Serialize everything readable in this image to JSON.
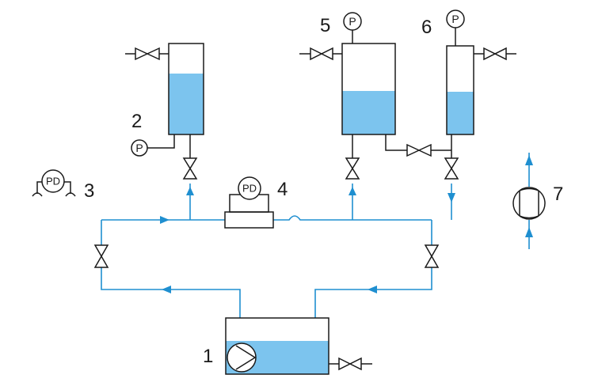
{
  "labels": {
    "pump_tank": "1",
    "tank_2": "2",
    "legend_pd": "3",
    "flow_meter": "4",
    "tank_5": "5",
    "tank_6": "6",
    "legend_pump": "7"
  },
  "gauges": {
    "pressure": "P",
    "differential": "PD"
  },
  "colors": {
    "pipe": "#1f8fd0",
    "water": "#7cc4ee",
    "outline": "#1a1a1a"
  }
}
